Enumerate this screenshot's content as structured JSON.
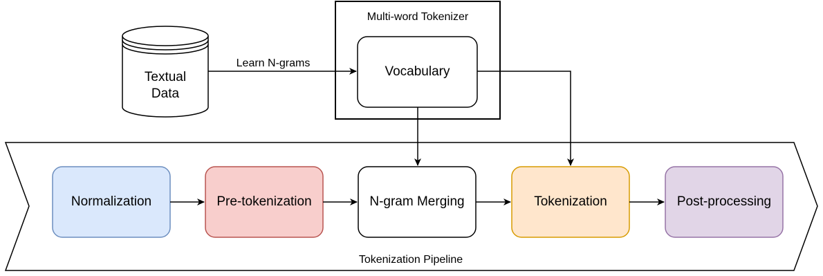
{
  "tokenizer": {
    "title": "Multi-word Tokenizer",
    "vocabulary": "Vocabulary"
  },
  "data_source": {
    "label": "Textual\nData",
    "edge_label": "Learn N-grams"
  },
  "pipeline": {
    "label": "Tokenization Pipeline",
    "stages": [
      {
        "label": "Normalization",
        "fill": "#dae8fc",
        "stroke": "#6c8ebf"
      },
      {
        "label": "Pre-tokenization",
        "fill": "#f8cecc",
        "stroke": "#b85450"
      },
      {
        "label": "N-gram Merging",
        "fill": "#ffffff",
        "stroke": "#000000"
      },
      {
        "label": "Tokenization",
        "fill": "#ffe6cc",
        "stroke": "#d79b00"
      },
      {
        "label": "Post-processing",
        "fill": "#e1d5e7",
        "stroke": "#9673a6"
      }
    ]
  }
}
